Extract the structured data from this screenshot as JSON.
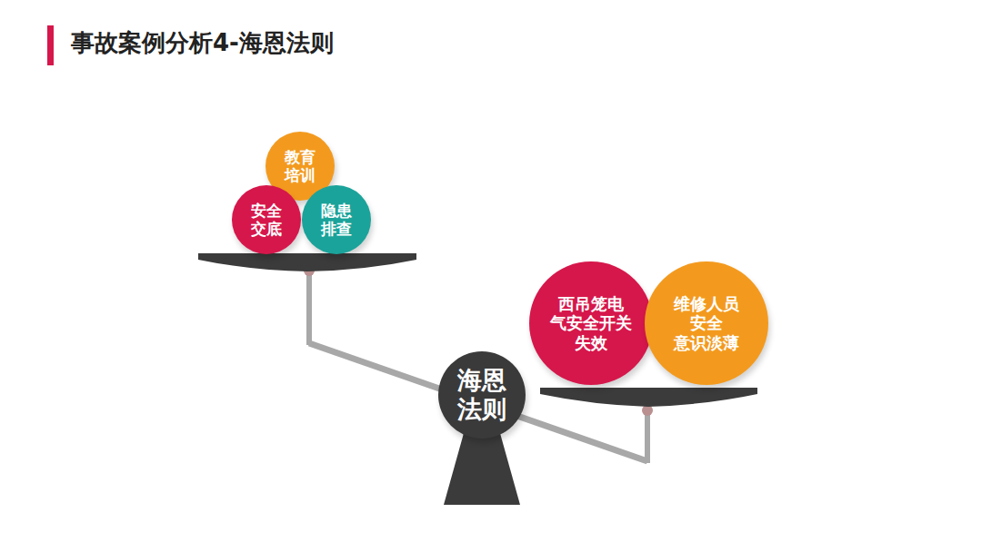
{
  "diagram": {
    "title": "事故案例分析4-海恩法则",
    "nodes": [
      {
        "text": [
          "教育 培训"
        ]
      },
      {
        "text": [
          "安全 交底"
        ]
      },
      {
        "text": [
          "隐患 排查"
        ]
      },
      {
        "text": [
          "西吊笼电 气安全开关 失效"
        ]
      },
      {
        "text": [
          "维修人员 安全 意识淡薄"
        ]
      },
      {
        "text": [
          "海恩 法则"
        ]
      }
    ]
  }
}
